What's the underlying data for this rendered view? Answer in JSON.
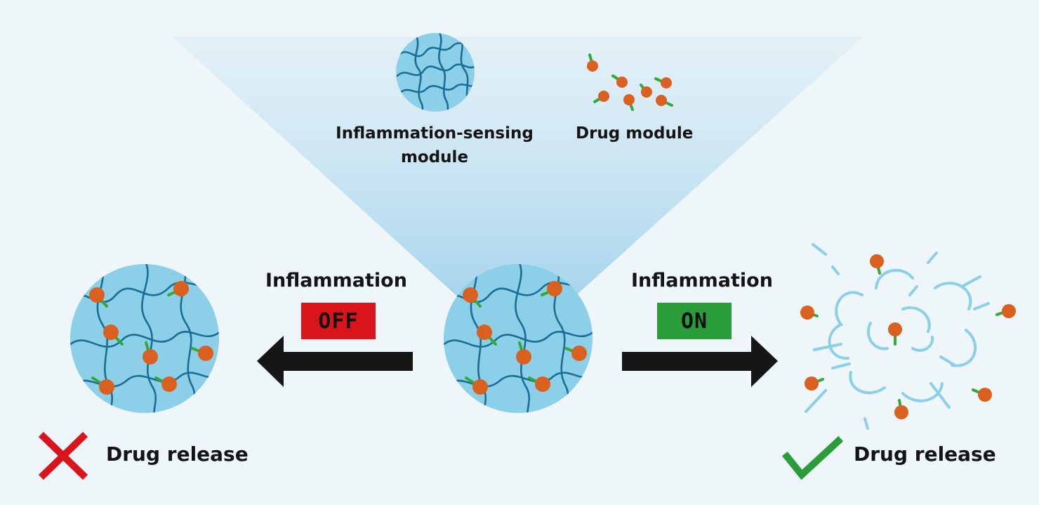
{
  "legend": {
    "sensing_label_line1": "Inflammation-sensing",
    "sensing_label_line2": "module",
    "drug_label": "Drug module"
  },
  "left_branch": {
    "label": "Inflammation",
    "state": "OFF",
    "outcome": "Drug release",
    "outcome_icon": "cross-icon"
  },
  "right_branch": {
    "label": "Inflammation",
    "state": "ON",
    "outcome": "Drug release",
    "outcome_icon": "checkmark-icon"
  },
  "colors": {
    "background": "#eef6fa",
    "hydrogel_fill": "#8ccfe8",
    "network_line": "#1a6e96",
    "drug_ball": "#d9601e",
    "drug_stem": "#34a93b",
    "off_badge": "#d9141b",
    "on_badge": "#2a9d3a",
    "arrow": "#161616",
    "check": "#2a9d3a",
    "cross": "#d9141b",
    "fragments": "#8ccfe8"
  }
}
